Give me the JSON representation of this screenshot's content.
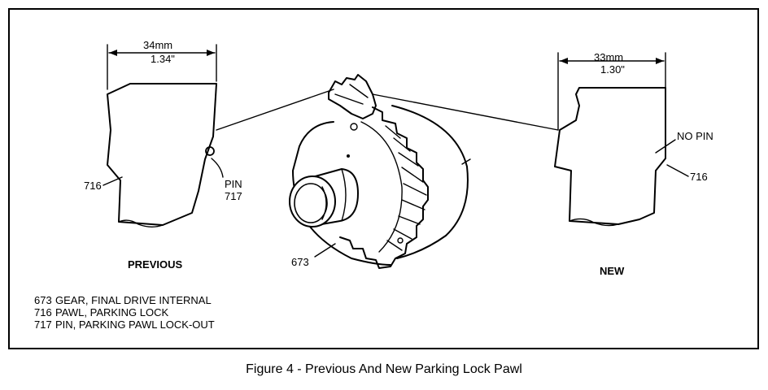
{
  "labels": {
    "previous_width_mm": "34mm",
    "previous_width_in": "1.34\"",
    "new_width_mm": "33mm",
    "new_width_in": "1.30\"",
    "pin": "PIN",
    "pin_number": "717",
    "pawl_left_number": "716",
    "pawl_right_number": "716",
    "no_pin": "NO PIN",
    "gear_number": "673",
    "previous": "PREVIOUS",
    "new": "NEW"
  },
  "legend": [
    {
      "number": "673",
      "text": "GEAR, FINAL DRIVE INTERNAL"
    },
    {
      "number": "716",
      "text": "PAWL, PARKING LOCK"
    },
    {
      "number": "717",
      "text": "PIN, PARKING PAWL LOCK-OUT"
    }
  ],
  "caption": "Figure 4 - Previous And New Parking Lock Pawl"
}
